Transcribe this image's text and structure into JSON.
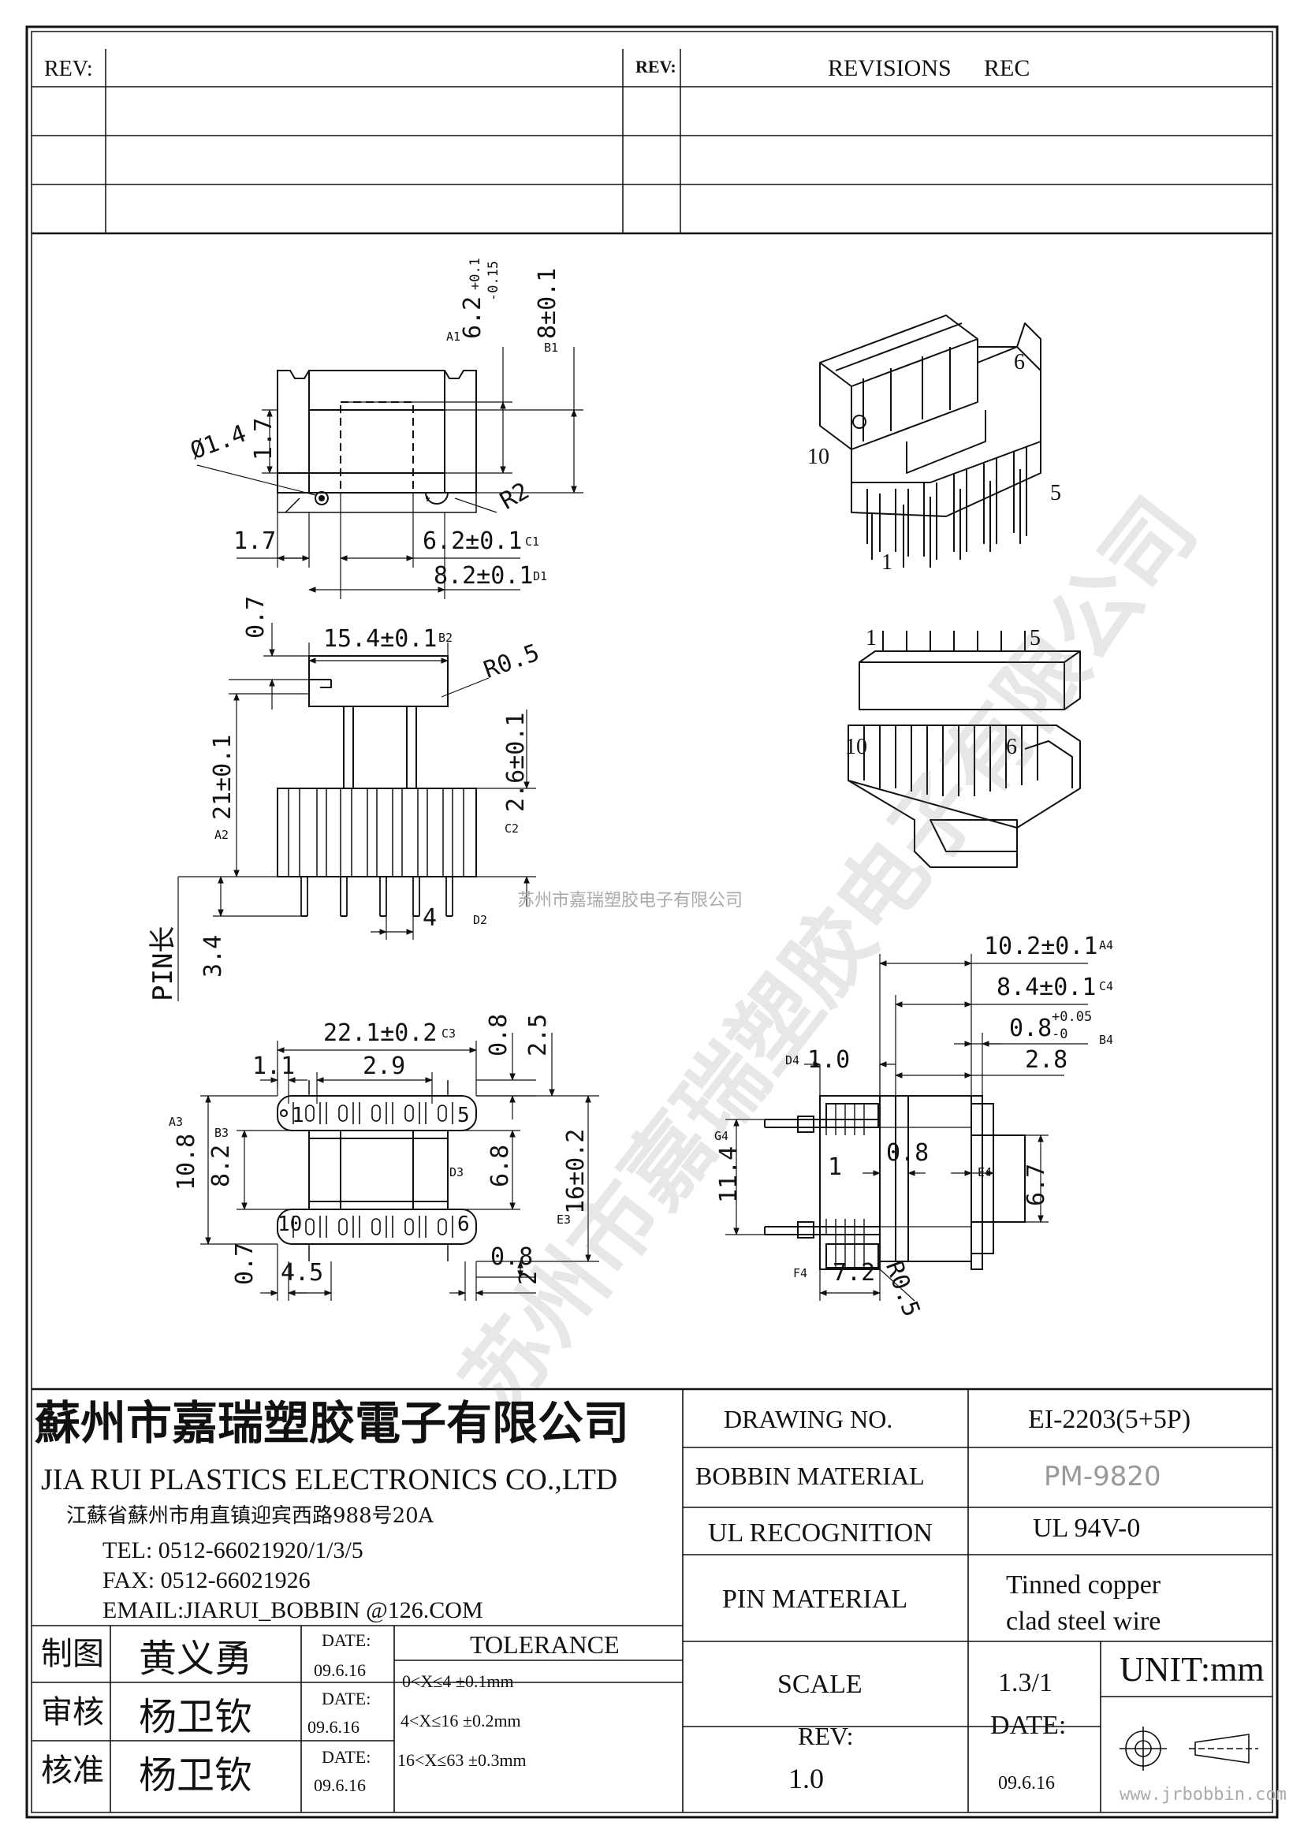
{
  "revision_block": {
    "rev_label_left": "REV:",
    "rev_label_right": "REV:",
    "revisions_label": "REVISIONS",
    "rec_label": "REC"
  },
  "watermark": {
    "company_small": "苏州市嘉瑞塑胶电子有限公司",
    "company_diagonal": "苏州市嘉瑞塑胶电子有限公司",
    "site": "www.jrbobbin.com"
  },
  "drawing": {
    "top_view": {
      "dims": [
        {
          "id": "d_a1",
          "text": "6.2",
          "tol_up": "+0.1",
          "tol_dn": "-0.15"
        },
        {
          "id": "d_b1",
          "text": "8±0.1"
        },
        {
          "id": "d_17v",
          "text": "1.7"
        },
        {
          "id": "d_phi",
          "text": "Ø1.4"
        },
        {
          "id": "d_r2",
          "text": "R2"
        },
        {
          "id": "d_17h",
          "text": "1.7"
        },
        {
          "id": "d_c1",
          "text": "6.2±0.1"
        },
        {
          "id": "d_d1",
          "text": "8.2±0.1"
        }
      ],
      "refs": [
        "A1",
        "B1",
        "C1",
        "D1"
      ]
    },
    "side_view": {
      "dims": [
        {
          "id": "d_07",
          "text": "0.7"
        },
        {
          "id": "d_b2",
          "text": "15.4±0.1"
        },
        {
          "id": "d_r05",
          "text": "R0.5"
        },
        {
          "id": "d_a2",
          "text": "21±0.1"
        },
        {
          "id": "d_c2",
          "text": "2.6±0.1"
        },
        {
          "id": "d_4",
          "text": "4"
        },
        {
          "id": "d_34",
          "text": "3.4"
        },
        {
          "id": "d_pin",
          "text": "PIN长"
        }
      ],
      "refs": [
        "A2",
        "B2",
        "C2",
        "D2"
      ]
    },
    "bottom_view": {
      "dims": [
        {
          "id": "d_c3",
          "text": "22.1±0.2"
        },
        {
          "id": "d_08a",
          "text": "0.8"
        },
        {
          "id": "d_25",
          "text": "2.5"
        },
        {
          "id": "d_11",
          "text": "1.1"
        },
        {
          "id": "d_29",
          "text": "2.9"
        },
        {
          "id": "d_a3",
          "text": "10.8"
        },
        {
          "id": "d_b3",
          "text": "8.2"
        },
        {
          "id": "d_d3",
          "text": "6.8"
        },
        {
          "id": "d_e3",
          "text": "16±0.2"
        },
        {
          "id": "d_07b",
          "text": "0.7"
        },
        {
          "id": "d_45",
          "text": "4.5"
        },
        {
          "id": "d_08b",
          "text": "0.8"
        },
        {
          "id": "d_2",
          "text": "2"
        }
      ],
      "pins": [
        "1",
        "5",
        "10",
        "6"
      ],
      "refs": [
        "A3",
        "B3",
        "C3",
        "D3",
        "E3"
      ]
    },
    "front_view": {
      "dims": [
        {
          "id": "d_a4",
          "text": "10.2±0.1"
        },
        {
          "id": "d_c4",
          "text": "8.4±0.1"
        },
        {
          "id": "d_b4",
          "text": "0.8",
          "tol_up": "+0.05",
          "tol_dn": "-0"
        },
        {
          "id": "d_28",
          "text": "2.8"
        },
        {
          "id": "d_d4",
          "text": "1.0"
        },
        {
          "id": "d_g4",
          "text": "11.4"
        },
        {
          "id": "d_1",
          "text": "1"
        },
        {
          "id": "d_08c",
          "text": "0.8"
        },
        {
          "id": "d_67",
          "text": "6.7"
        },
        {
          "id": "d_72",
          "text": "7.2"
        },
        {
          "id": "d_r05b",
          "text": "R0.5"
        }
      ],
      "refs": [
        "A4",
        "B4",
        "C4",
        "D4",
        "E4",
        "F4",
        "G4"
      ]
    },
    "iso_pins": {
      "top": [
        "6",
        "10",
        "5",
        "1"
      ],
      "bottom": [
        "1",
        "5",
        "10",
        "6"
      ]
    }
  },
  "title_block": {
    "company_cn": "蘇州市嘉瑞塑胶電子有限公司",
    "company_en": "JIA RUI PLASTICS ELECTRONICS CO.,LTD",
    "address": "江蘇省蘇州市甪直镇迎宾西路988号20A",
    "tel": "TEL: 0512-66021920/1/3/5",
    "fax": "FAX: 0512-66021926",
    "email": "EMAIL:JIARUI_BOBBIN @126.COM",
    "fields": {
      "drawing_no_label": "DRAWING  NO.",
      "drawing_no_value": "EI-2203(5+5P)",
      "bobbin_material_label": "BOBBIN  MATERIAL",
      "bobbin_material_value": "PM-9820",
      "ul_label": "UL RECOGNITION",
      "ul_value": "UL 94V-0",
      "pin_material_label": "PIN MATERIAL",
      "pin_material_value_1": "Tinned copper",
      "pin_material_value_2": "clad steel wire",
      "scale_label": "SCALE",
      "scale_value": "1.3/1",
      "unit_label": "UNIT:mm",
      "rev_label": "REV:",
      "rev_value": "1.0",
      "date_label": "DATE:",
      "date_value": "09.6.16"
    },
    "signoff": [
      {
        "role": "制图",
        "name": "黄义勇",
        "date_label": "DATE:",
        "date": "09.6.16"
      },
      {
        "role": "审核",
        "name": "杨卫钦",
        "date_label": "DATE:",
        "date": "09.6.16"
      },
      {
        "role": "核准",
        "name": "杨卫钦",
        "date_label": "DATE:",
        "date": "09.6.16"
      }
    ],
    "tolerance": {
      "label": "TOLERANCE",
      "rows": [
        "0<X≤4  ±0.1mm",
        "4<X≤16 ±0.2mm",
        "16<X≤63 ±0.3mm"
      ]
    }
  }
}
